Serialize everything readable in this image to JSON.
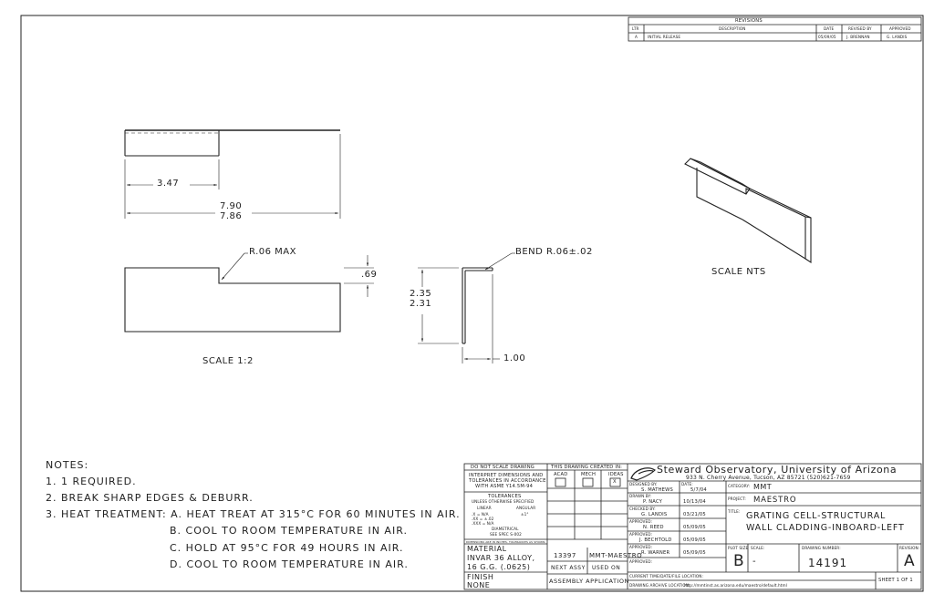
{
  "revisions": {
    "title": "REVISIONS",
    "headers": {
      "ltr": "LTR",
      "description": "DESCRIPTION",
      "date": "DATE",
      "revised_by": "REVISED BY",
      "approved": "APPROVED"
    },
    "rows": [
      {
        "ltr": "A",
        "description": "INITIAL RELEASE",
        "date": "05/09/05",
        "revised_by": "J. BRENNAN",
        "approved": "G. LANDIS"
      }
    ]
  },
  "views": {
    "top": {
      "dim_short": "3.47",
      "dim_long_max": "7.90",
      "dim_long_min": "7.86"
    },
    "front": {
      "radius_note": "R.06 MAX",
      "notch_dim": ".69",
      "scale": "SCALE 1:2"
    },
    "side": {
      "bend_note": "BEND R.06±.02",
      "height_max": "2.35",
      "height_min": "2.31",
      "width": "1.00"
    },
    "iso": {
      "scale": "SCALE NTS"
    }
  },
  "notes": {
    "heading": "NOTES:",
    "items": [
      "1. 1 REQUIRED.",
      "2. BREAK SHARP EDGES & DEBURR.",
      "3. HEAT TREATMENT: A. HEAT TREAT AT 315°C FOR 60 MINUTES IN AIR.",
      "B. COOL TO ROOM TEMPERATURE IN AIR.",
      "C. HOLD AT 95°C FOR 49 HOURS IN AIR.",
      "D. COOL TO ROOM TEMPERATURE IN AIR."
    ]
  },
  "title_block": {
    "do_not_scale": "DO NOT SCALE DRAWING",
    "interpret_1": "INTERPRET DIMENSIONS AND",
    "interpret_2": "TOLERANCES IN ACCORDANCE",
    "interpret_3": "WITH ASME Y14.5M-94",
    "tolerances": "TOLERANCES",
    "unless": "UNLESS OTHERWISE SPECIFIED",
    "linear": "LINEAR",
    "angular": "ANGULAR",
    "tol_1": ".X   = N/A",
    "tol_2": ".XX  = ±.02",
    "tol_3": ".XXX = N/A",
    "tol_ang": "±1°",
    "diametrical": "DIAMETRICAL",
    "see_spec": "SEE SPEC S-002",
    "fine_print": "DIMENSIONS ARE IN INCHES. TOLERANCES AS SHOWN.",
    "created_in": "THIS DRAWING CREATED IN:",
    "acad": "ACAD",
    "mech": "MECH",
    "ideas": "IDEAS",
    "ideas_mark": "X",
    "material_label": "MATERIAL",
    "material_1": "INVAR 36 ALLOY,",
    "material_2": "16 G.G. (.0625)",
    "finish_label": "FINISH",
    "finish_value": "NONE",
    "next_assy_value": "13397",
    "used_on_value": "MMT-MAESTRO",
    "next_assy_label": "NEXT ASSY",
    "used_on_label": "USED ON",
    "application": "ASSEMBLY APPLICATION",
    "org_name": "Steward Observatory, University of Arizona",
    "org_address": "933 N. Cherry Avenue, Tucson, AZ  85721   (520)621-7659",
    "designed_by_label": "DESIGNED BY:",
    "designed_by": "S. MATHEWS",
    "date_label": "DATE:",
    "designed_date": "5/7/04",
    "drawn_by_label": "DRAWN BY:",
    "drawn_by": "P. NACY",
    "drawn_date": "10/13/04",
    "checked_by_label": "CHECKED BY:",
    "checked_by": "G. LANDIS",
    "checked_date": "03/21/05",
    "approved1_label": "APPROVED:",
    "approved1": "N. REED",
    "approved1_date": "05/09/05",
    "approved2_label": "APPROVED:",
    "approved2": "J. BECHTOLD",
    "approved2_date": "05/09/05",
    "approved3_label": "APPROVED:",
    "approved3": "R. WARNER",
    "approved3_date": "05/09/05",
    "approved4_label": "APPROVED:",
    "category_label": "CATEGORY:",
    "category": "MMT",
    "project_label": "PROJECT:",
    "project": "MAESTRO",
    "title_label": "TITLE:",
    "title_1": "GRATING CELL-STRUCTURAL",
    "title_2": "WALL CLADDING-INBOARD-LEFT",
    "plot_size_label": "PLOT SIZE",
    "plot_size": "B",
    "scale_label": "SCALE:",
    "scale": "-",
    "drawing_number_label": "DRAWING NUMBER:",
    "drawing_number": "14191",
    "revision_label": "REVISION:",
    "revision": "A",
    "current_time_label": "CURRENT TIME/DATE/FILE LOCATION:",
    "archive_label": "DRAWING ARCHIVE LOCATION:",
    "archive_value": "http://mmtinst.as.arizona.edu/maestro/default.html",
    "sheet": "SHEET 1 OF 1"
  }
}
